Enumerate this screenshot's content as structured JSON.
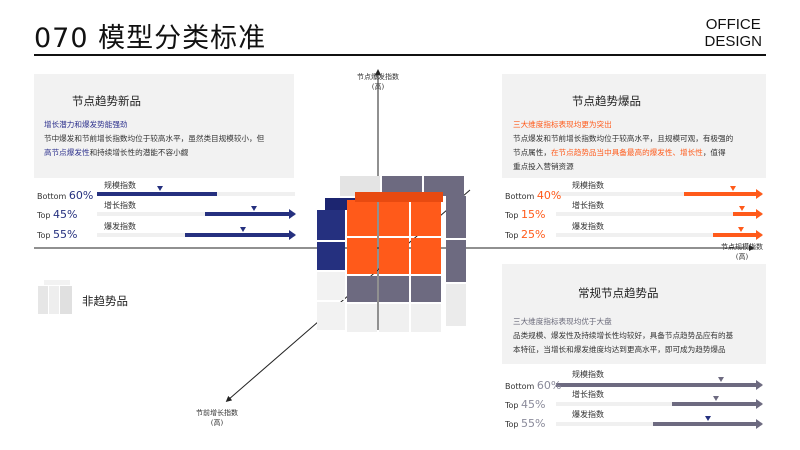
{
  "header": {
    "title": "070 模型分类标准",
    "brand_line1": "OFFICE",
    "brand_line2": "DESIGN"
  },
  "axes": {
    "y_top": {
      "line1": "节点爆发指数",
      "line2": "(高)"
    },
    "x_right": {
      "line1": "节点规模指数",
      "line2": "(高)"
    },
    "diag": {
      "line1": "节前增长指数",
      "line2": "(高)"
    }
  },
  "quadrants": {
    "new": {
      "title": "节点趋势新品",
      "highlight": "增长潜力和爆发势能强劲",
      "text1": "节中爆发和节前增长指数均位于较高水平，虽然类目规模较小，但",
      "text2_hl": "高节点爆发性",
      "text2_rest": "和持续增长性的潜能不容小觑",
      "metrics": [
        {
          "rank": "Bottom",
          "pct": "60%",
          "name": "规模指数"
        },
        {
          "rank": "Top",
          "pct": "45%",
          "name": "增长指数"
        },
        {
          "rank": "Top",
          "pct": "55%",
          "name": "爆发指数"
        }
      ]
    },
    "hot": {
      "title": "节点趋势爆品",
      "highlight": "三大维度指标表现均更为突出",
      "text1": "节点爆发和节前增长指数均位于较高水平，且规模可观，有极强的",
      "text2": "节点属性，",
      "text2_hl": "在节点趋势品当中具备最高的爆发性、增长性",
      "text2_rest": "，值得",
      "text3": "重点投入营销资源",
      "metrics": [
        {
          "rank": "Bottom",
          "pct": "40%",
          "name": "规模指数"
        },
        {
          "rank": "Top",
          "pct": "15%",
          "name": "增长指数"
        },
        {
          "rank": "Top",
          "pct": "25%",
          "name": "爆发指数"
        }
      ]
    },
    "regular": {
      "title": "常规节点趋势品",
      "highlight": "三大维度指标表现均优于大盘",
      "text1": "品类规模、爆发性及持续增长性均较好，具备节点趋势品应有的基",
      "text2": "本特征，当增长和爆发维度均达到更高水平，即可成为趋势爆品",
      "metrics": [
        {
          "rank": "Bottom",
          "pct": "60%",
          "name": "规模指数"
        },
        {
          "rank": "Top",
          "pct": "45%",
          "name": "增长指数"
        },
        {
          "rank": "Top",
          "pct": "55%",
          "name": "爆发指数"
        }
      ]
    },
    "non": {
      "title": "非趋势品"
    }
  },
  "colors": {
    "blue": "#25307f",
    "orange": "#ff5a1a",
    "gray": "#6d6a80",
    "panel": "#f2f2f2"
  }
}
